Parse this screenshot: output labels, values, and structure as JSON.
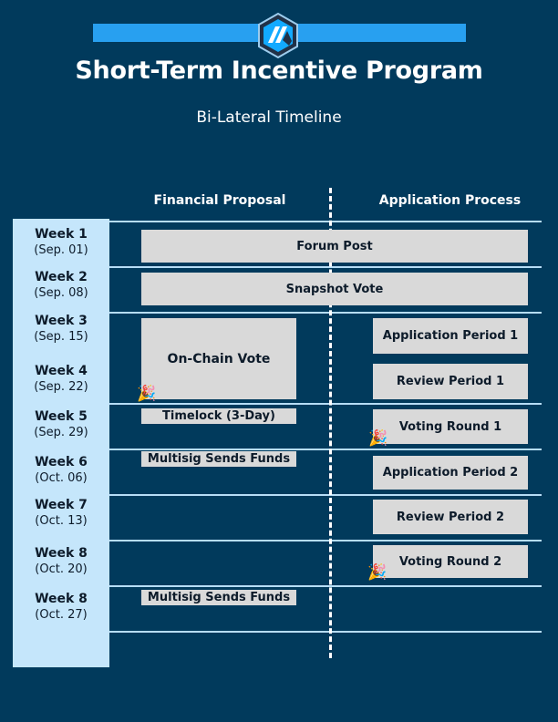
{
  "header": {
    "title": "Short-Term Incentive Program",
    "subtitle": "Bi-Lateral Timeline"
  },
  "columns": {
    "left": "Financial Proposal",
    "right": "Application Process"
  },
  "weeks": [
    {
      "label": "Week 1",
      "date": "(Sep. 01)"
    },
    {
      "label": "Week 2",
      "date": "(Sep. 08)"
    },
    {
      "label": "Week 3",
      "date": "(Sep. 15)"
    },
    {
      "label": "Week 4",
      "date": "(Sep. 22)"
    },
    {
      "label": "Week 5",
      "date": "(Sep. 29)"
    },
    {
      "label": "Week 6",
      "date": "(Oct. 06)"
    },
    {
      "label": "Week 7",
      "date": "(Oct. 13)"
    },
    {
      "label": "Week 8",
      "date": "(Oct. 20)"
    },
    {
      "label": "Week 8",
      "date": "(Oct. 27)"
    }
  ],
  "events": {
    "forum_post": "Forum Post",
    "snapshot_vote": "Snapshot Vote",
    "onchain_vote": "On-Chain Vote",
    "timelock": "Timelock (3-Day)",
    "multisig_1": "Multisig Sends Funds",
    "multisig_2": "Multisig Sends Funds",
    "app_period_1": "Application Period 1",
    "review_period_1": "Review Period 1",
    "voting_round_1": "Voting Round 1",
    "app_period_2": "Application Period 2",
    "review_period_2": "Review Period 2",
    "voting_round_2": "Voting Round 2"
  },
  "icons": {
    "logo": "arbitrum-logo-icon",
    "celebration": "party-popper-icon"
  },
  "colors": {
    "background": "#013a5c",
    "accent_bar": "#28a0f0",
    "week_column": "#c5e6fb",
    "event_box": "#d9d9d9"
  }
}
